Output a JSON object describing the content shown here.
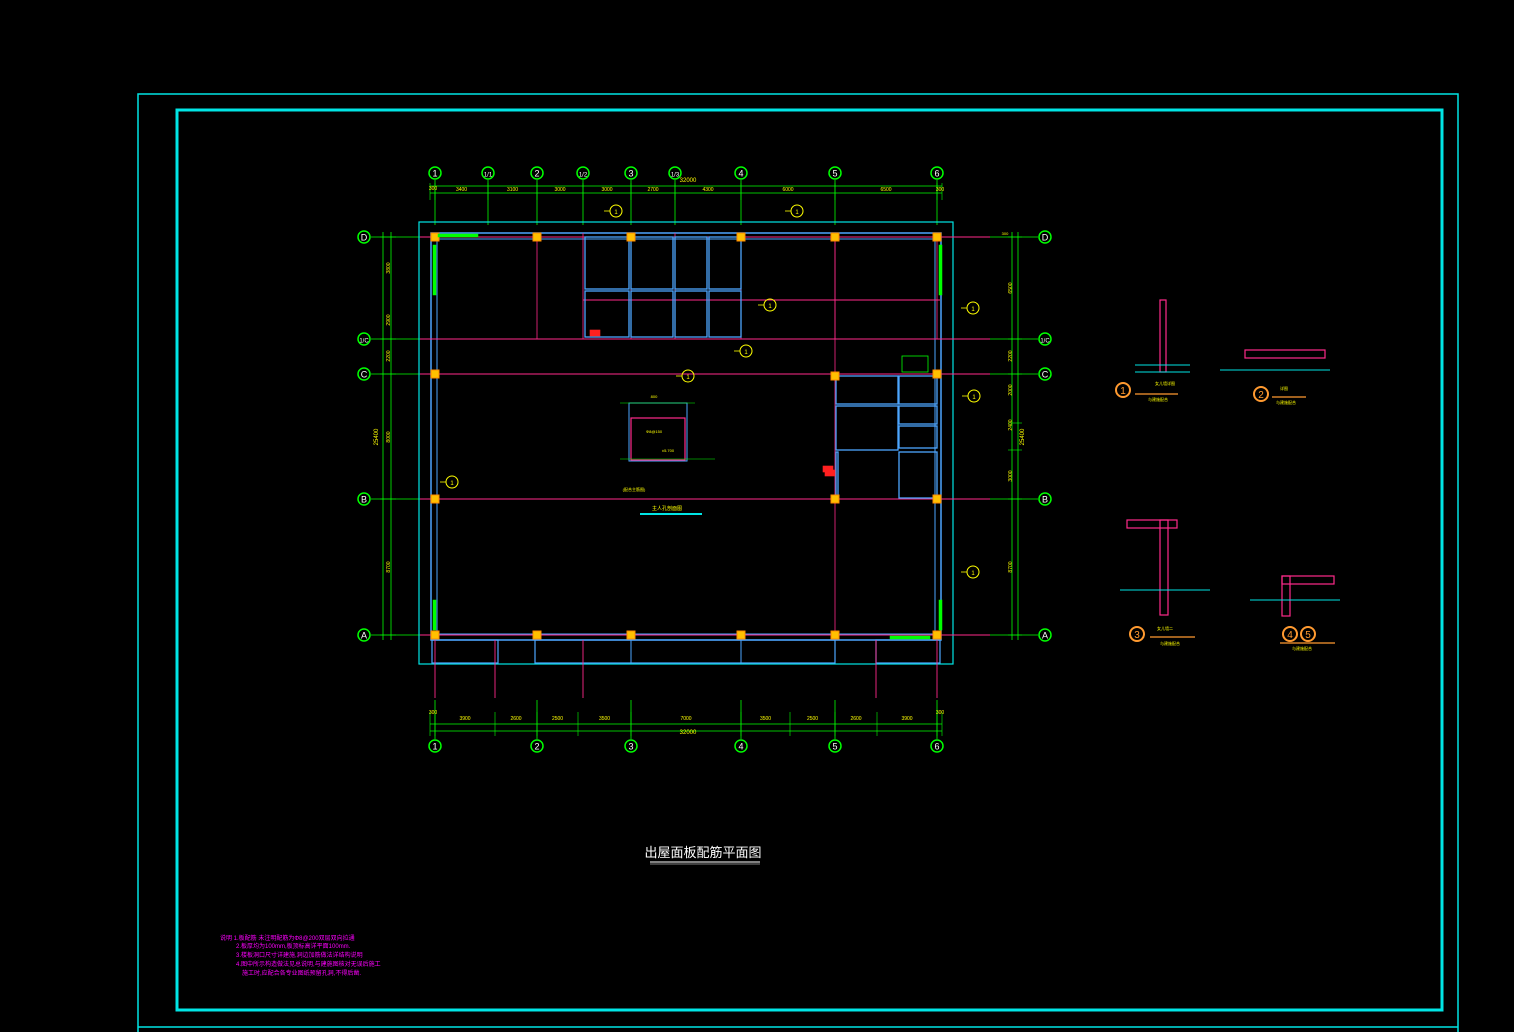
{
  "drawing": {
    "title": "出屋面板配筋平面图",
    "notes": [
      "说明 1.板配筋  未注明配筋为Φ8@200双层双向拉通",
      "2.板厚均为100mm,板顶标高详平面100mm.",
      "3.楼板洞口尺寸详建施,洞边加筋做法详结构说明",
      "4.图中所示构造做法见总说明,与建施图核对无误后施工",
      "施工时,应配合各专业图纸预留孔洞,不得后凿."
    ],
    "center_label": "主人孔剖面图",
    "center_sublabel": "(配合主筋图)",
    "overall_dim": "32000",
    "total_height": "25400"
  },
  "grid": {
    "top_axes": [
      "1",
      "1/1",
      "2",
      "1/2",
      "3",
      "1/3",
      "4",
      "5",
      "6"
    ],
    "bottom_axes": [
      "1",
      "2",
      "3",
      "4",
      "5",
      "6"
    ],
    "side_axes": [
      "D",
      "1/C",
      "C",
      "B",
      "A"
    ],
    "top_dims": [
      "300",
      "3400",
      "3100",
      "3000",
      "3000",
      "2700",
      "4300",
      "6000",
      "6500",
      "300"
    ],
    "bottom_dims": [
      "300",
      "3900",
      "2600",
      "2500",
      "3500",
      "7000",
      "3500",
      "2500",
      "2600",
      "3900",
      "300"
    ],
    "left_dims": [
      "3800",
      "2900",
      "2200",
      "8000",
      "8700"
    ],
    "right_dims": [
      "6500",
      "2200",
      "2000",
      "2400",
      "3000",
      "8700"
    ],
    "right_edge": "300"
  },
  "details": [
    {
      "num": "1",
      "label": "女儿墙详图",
      "sub": "与建施配合"
    },
    {
      "num": "2",
      "label": "详图",
      "sub": "与建施配合"
    },
    {
      "num": "3",
      "label": "女儿墙二",
      "sub": "与建施配合"
    },
    {
      "num": "4",
      "num2": "5",
      "label": "",
      "sub": "与建施配合"
    }
  ],
  "colors": {
    "frame": "#00e5e5",
    "grid": "#00ff00",
    "beam": "#ff2a8a",
    "wall": "#4da6ff",
    "column": "#ffc000",
    "text": "#ffff00",
    "notes": "#ff00ff",
    "title": "#ffffff"
  }
}
